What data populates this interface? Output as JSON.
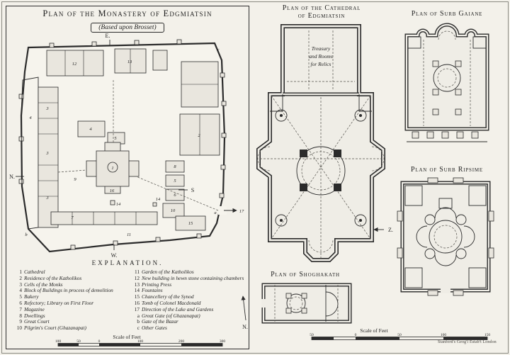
{
  "palette": {
    "paper": "#f3f1ea",
    "ink": "#2b2b2b",
    "building_fill": "#e9e6de"
  },
  "monastery": {
    "title": "Plan of the Monastery of Edgmiatsin",
    "subtitle": "(Based upon Brosset)",
    "compass": {
      "east": "E.",
      "north": "N.",
      "south": "S",
      "west": "W."
    },
    "markers": [
      "1",
      "2",
      "3",
      "3",
      "3",
      "4",
      "4",
      "5",
      "5",
      "6",
      "7",
      "8",
      "9",
      "10",
      "11",
      "12",
      "13",
      "14",
      "14",
      "15",
      "16",
      "17",
      "a",
      "b",
      "c"
    ],
    "explanation": {
      "title": "Explanation.",
      "left": [
        {
          "key": "1",
          "label": "Cathedral"
        },
        {
          "key": "2",
          "label": "Residence of the Katholikos"
        },
        {
          "key": "3",
          "label": "Cells of the Monks"
        },
        {
          "key": "4",
          "label": "Block of Buildings in process of demolition"
        },
        {
          "key": "5",
          "label": "Bakery"
        },
        {
          "key": "6",
          "label": "Refectory; Library on First Floor"
        },
        {
          "key": "7",
          "label": "Magazine"
        },
        {
          "key": "8",
          "label": "Dwellings"
        },
        {
          "key": "9",
          "label": "Great Court"
        },
        {
          "key": "10",
          "label": "Pilgrim's Court (Ghazanapat)"
        }
      ],
      "right": [
        {
          "key": "11",
          "label": "Garden of the Katholikos"
        },
        {
          "key": "12",
          "label": "New building in hewn stone containing chambers"
        },
        {
          "key": "13",
          "label": "Printing Press"
        },
        {
          "key": "14",
          "label": "Fountains"
        },
        {
          "key": "15",
          "label": "Chancellery of the Synod"
        },
        {
          "key": "16",
          "label": "Tomb of Colonel Macdonald"
        },
        {
          "key": "17",
          "label": "Direction of the Lake and Gardens"
        },
        {
          "key": "a",
          "label": "Great Gate (of Ghazanapat)"
        },
        {
          "key": "b",
          "label": "Gate of the Bazar"
        },
        {
          "key": "c",
          "label": "Other Gates"
        }
      ]
    },
    "scale": {
      "label": "Scale of Feet",
      "ticks": [
        "100",
        "50",
        "0",
        "100",
        "200",
        "300"
      ]
    }
  },
  "cathedral": {
    "title_line1": "Plan of the Cathedral",
    "title_line2": "of Edgmiatsin",
    "treasury_line1": "Treasury",
    "treasury_line2": "and Rooms",
    "treasury_line3": "for Relics",
    "z_marker": "Z."
  },
  "shoghakath": {
    "title": "Plan of Shoghakath",
    "north": "N."
  },
  "gaiane": {
    "title": "Plan of Surb Gaiane"
  },
  "ripsime": {
    "title": "Plan of Surb Ripsime"
  },
  "footer": {
    "scale": {
      "label": "Scale of Feet",
      "ticks": [
        "50",
        "0",
        "50",
        "100",
        "150"
      ]
    },
    "credit": "Stanford's Geog'l Estab't London"
  }
}
